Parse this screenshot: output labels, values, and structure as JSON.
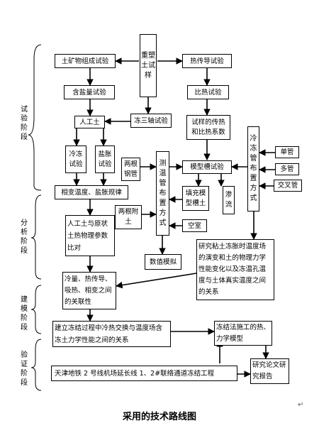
{
  "stages": {
    "test": "试验阶段",
    "analysis": "分析阶段",
    "modeling": "建模阶段",
    "verification": "验证阶段"
  },
  "boxes": {
    "remolded_sample": "重塑土试样",
    "soil_mineral_test": "土矿物组成试验",
    "salt_content_test": "含盐量试验",
    "artificial_soil": "人工土",
    "freezing_test": "冷冻试验",
    "salt_expansion_test": "盐胀试验",
    "thermal_conductivity_test": "热传导试验",
    "specific_heat_test": "比热试验",
    "triaxial_freeze_test": "冻三轴试验",
    "thermal_coefficients": "试样的传热和比热系数",
    "freeze_pipe_layout": "冷冻管布置方式",
    "single_pipe": "单管",
    "multi_pipe": "多管",
    "cross_pipe": "交叉管",
    "model_tank_test": "模型槽试验",
    "temp_field_layout": "测温管布置方式",
    "two_root_steel_pipe": "两根钢管",
    "two_root_ambient_soil": "两根附土",
    "fill_model_soil": "填充模型槽土",
    "seepage": "渗流",
    "still_water": "空室",
    "phase_change_salt": "相变温度、盐胀规律",
    "property_comparison": "人工土与原状土热物理参数比对",
    "research_relation": "研究粘土冻胀时温度场的演变和土的物理力学性能变化以及冻温孔温度与土体真实温度之间的关系",
    "numerical_simulation": "数值模拟",
    "heat_absorption": "冷量、热传导、吸热、相变之间的关联性",
    "establish_relation": "建立冻结过程中冷热交换与温度场含冻土力学性能之间的关系",
    "construction_model": "冻结法施工的热、力学模型",
    "tianjin_project": "天津地铁 2 号线机场延长线 1、2#联络通道冻结工程",
    "research_report": "研究论文研究报告"
  },
  "caption": "采用的技术路线图",
  "return_mark": "↵"
}
